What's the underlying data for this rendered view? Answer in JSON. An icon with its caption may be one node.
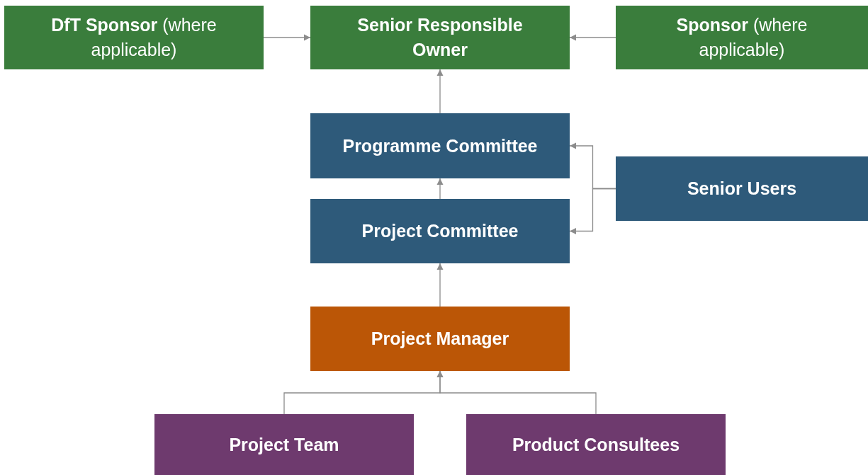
{
  "diagram": {
    "nodes": [
      {
        "text": [
          "**DfT Sponsor** (where applicable)"
        ]
      },
      {
        "text": [
          "Senior Responsible Owner"
        ]
      },
      {
        "text": [
          "**Sponsor** (where applicable)"
        ]
      },
      {
        "text": [
          "Programme Committee"
        ]
      },
      {
        "text": [
          "Senior Users"
        ]
      },
      {
        "text": [
          "Project Committee"
        ]
      },
      {
        "text": [
          "Project Manager"
        ]
      },
      {
        "text": [
          "Project Team"
        ]
      },
      {
        "text": [
          "Product Consultees"
        ]
      }
    ],
    "edges": [
      {
        "from": 0,
        "to": 1,
        "arrow": "to"
      },
      {
        "from": 2,
        "to": 1,
        "arrow": "to"
      },
      {
        "from": 3,
        "to": 1,
        "arrow": "to"
      },
      {
        "from": 5,
        "to": 3,
        "arrow": "to"
      },
      {
        "from": 4,
        "to": 3,
        "arrow": "to"
      },
      {
        "from": 4,
        "to": 5,
        "arrow": "to"
      },
      {
        "from": 6,
        "to": 5,
        "arrow": "to"
      },
      {
        "from": 7,
        "to": 6,
        "arrow": "to"
      },
      {
        "from": 8,
        "to": 6,
        "arrow": "to"
      }
    ]
  }
}
